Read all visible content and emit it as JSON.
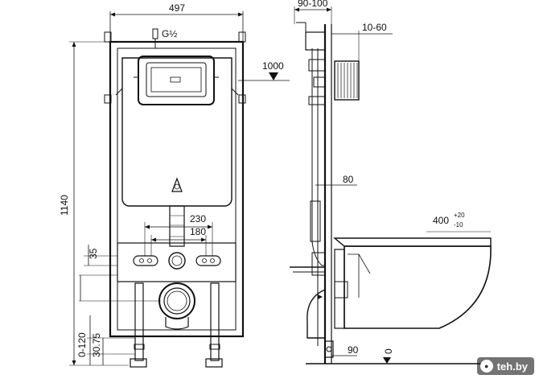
{
  "dimensions": {
    "frame_width": "497",
    "frame_height": "1140",
    "depth": "90-100",
    "panel_offset": "10-60",
    "flush_height": "1000",
    "pipe_height": "80",
    "bolt_spacing_outer": "230",
    "bolt_spacing_inner": "180",
    "inlet_height": "35",
    "leg_adjust": "0-120",
    "leg_offset": "30.75",
    "floor_offset": "90",
    "floor_level": "0",
    "bowl_height": "400",
    "bowl_tol_plus": "+20",
    "bowl_tol_minus": "-10"
  },
  "valve_label": "G½",
  "watermark": "teh.by"
}
